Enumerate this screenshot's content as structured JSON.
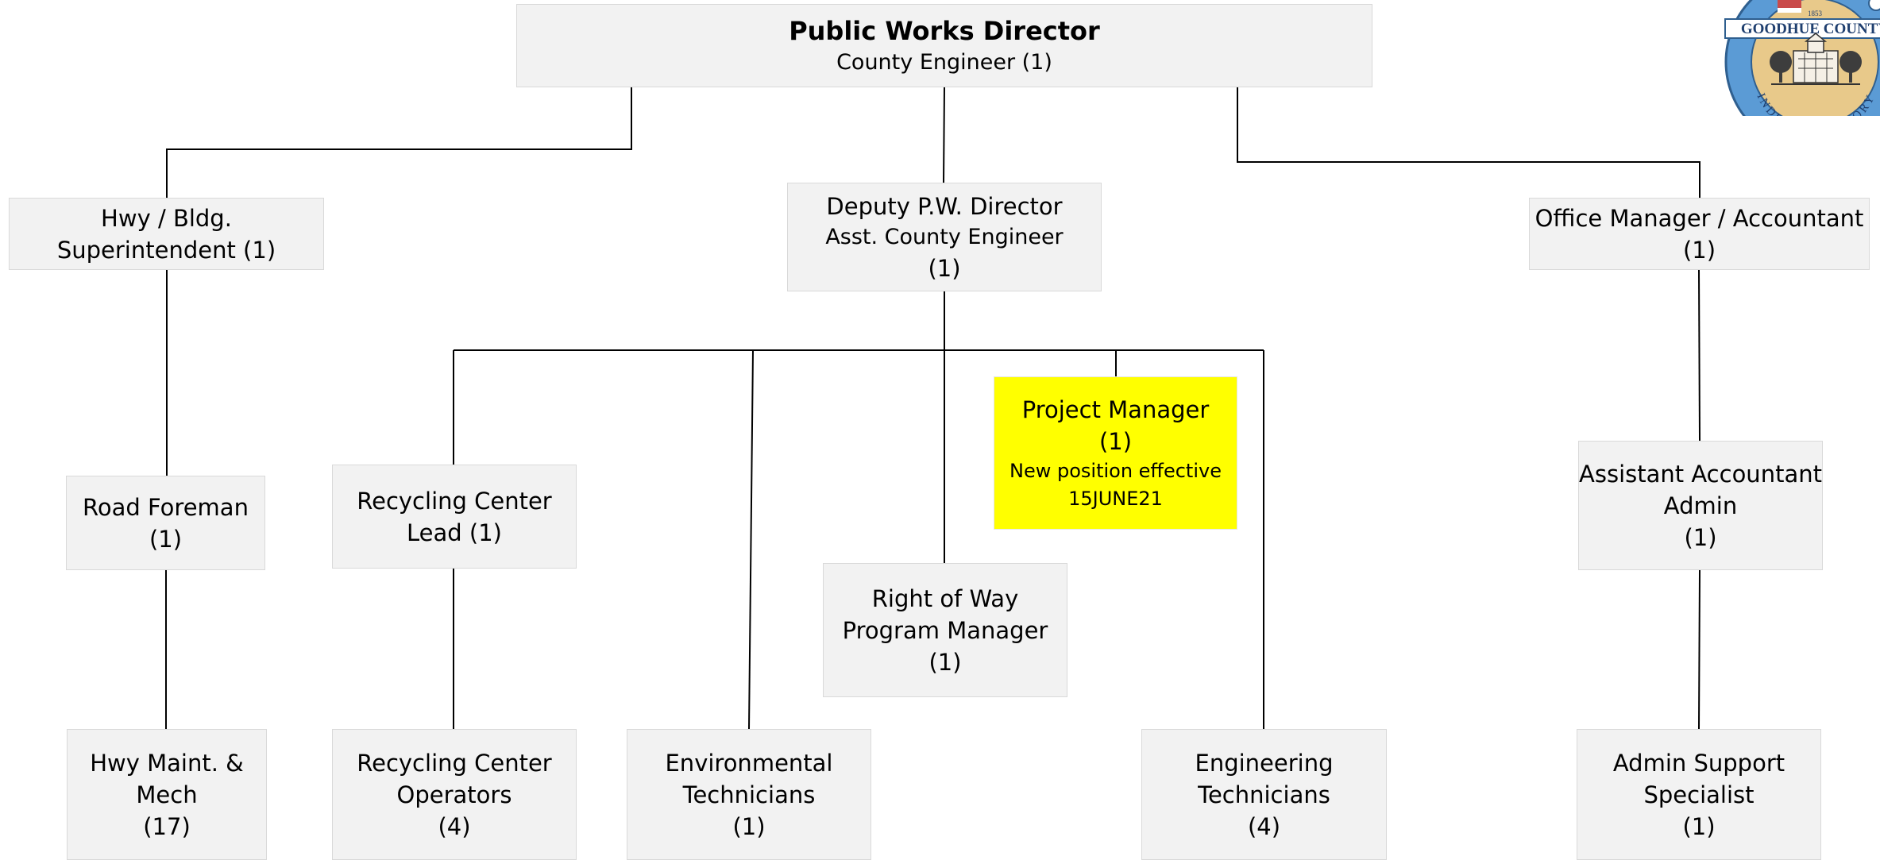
{
  "chart": {
    "director": {
      "title": "Public Works Director",
      "subtitle": "County Engineer (1)"
    },
    "hwy_superintendent": {
      "line1": "Hwy / Bldg.",
      "line2": "Superintendent (1)"
    },
    "deputy": {
      "line1": "Deputy P.W. Director",
      "line2": "Asst. County Engineer",
      "line3": "(1)"
    },
    "office_manager": {
      "line1": "Office Manager / Accountant",
      "line2": "(1)"
    },
    "project_manager": {
      "line1": "Project Manager",
      "line2": "(1)",
      "line3": "New position effective",
      "line4": "15JUNE21"
    },
    "road_foreman": {
      "line1": "Road Foreman",
      "line2": "(1)"
    },
    "recycling_lead": {
      "line1": "Recycling Center",
      "line2": "Lead (1)"
    },
    "right_of_way": {
      "line1": "Right of Way",
      "line2": "Program Manager",
      "line3": "(1)"
    },
    "assistant_accountant": {
      "line1": "Assistant Accountant",
      "line2": "Admin",
      "line3": "(1)"
    },
    "hwy_maint": {
      "line1": "Hwy Maint. &",
      "line2": "Mech",
      "line3": "(17)"
    },
    "recycling_operators": {
      "line1": "Recycling Center",
      "line2": "Operators",
      "line3": "(4)"
    },
    "environmental": {
      "line1": "Environmental",
      "line2": "Technicians",
      "line3": "(1)"
    },
    "engineering": {
      "line1": "Engineering",
      "line2": "Technicians",
      "line3": "(4)"
    },
    "admin_support": {
      "line1": "Admin Support",
      "line2": "Specialist",
      "line3": "(1)"
    }
  },
  "seal": {
    "text_top": "GOODHUE COUNTY",
    "year": "1853",
    "text_bottom": "INDUSTRY HISTORY",
    "icon": "county-seal-logo"
  },
  "colors": {
    "box_fill": "#f2f2f2",
    "box_border": "#d9d9d9",
    "highlight": "#ffff00",
    "line": "#000000",
    "seal_blue": "#5b9bd5",
    "seal_tan": "#e8c98a"
  }
}
